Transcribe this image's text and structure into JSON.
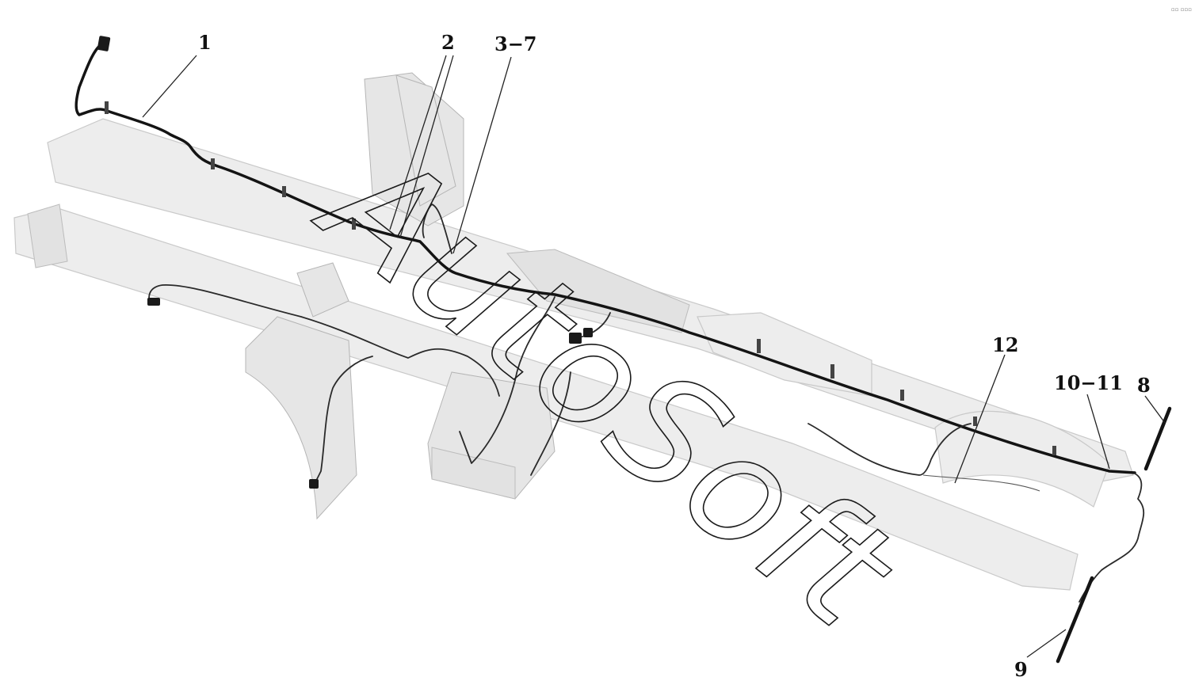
{
  "callouts": [
    {
      "id": "1",
      "label": "1"
    },
    {
      "id": "2",
      "label": "2"
    },
    {
      "id": "3-7",
      "label": "3−7"
    },
    {
      "id": "12",
      "label": "12"
    },
    {
      "id": "10-11",
      "label": "10−11"
    },
    {
      "id": "8",
      "label": "8"
    },
    {
      "id": "9",
      "label": "9"
    }
  ],
  "watermark": "AutoSoft",
  "corner_mark": "▫▫ ▫▫▫"
}
